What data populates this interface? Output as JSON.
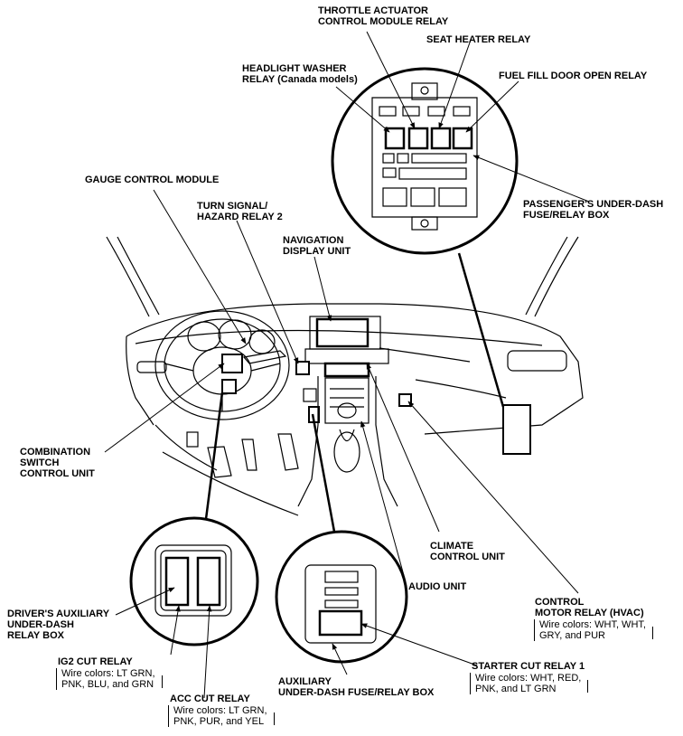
{
  "labels": {
    "throttle_relay": "THROTTLE ACTUATOR\nCONTROL MODULE RELAY",
    "seat_heater": "SEAT HEATER RELAY",
    "headlight_washer": "HEADLIGHT WASHER\nRELAY (Canada models)",
    "fuel_door": "FUEL FILL DOOR OPEN RELAY",
    "gauge_module": "GAUGE CONTROL MODULE",
    "turn_signal": "TURN SIGNAL/\nHAZARD RELAY 2",
    "navigation": "NAVIGATION\nDISPLAY UNIT",
    "passenger_box": "PASSENGER'S UNDER-DASH\nFUSE/RELAY BOX",
    "combination_switch": "COMBINATION\nSWITCH\nCONTROL UNIT",
    "climate": "CLIMATE\nCONTROL UNIT",
    "audio": "AUDIO UNIT",
    "control_motor": "CONTROL\nMOTOR RELAY (HVAC)",
    "drivers_aux": "DRIVER'S AUXILIARY\nUNDER-DASH\nRELAY BOX",
    "ig2": "IG2 CUT RELAY",
    "acc": "ACC CUT RELAY",
    "starter": "STARTER CUT RELAY 1",
    "aux_box": "AUXILIARY\nUNDER-DASH FUSE/RELAY BOX"
  },
  "notes": {
    "control_motor": "Wire colors: WHT, WHT,\nGRY, and PUR",
    "ig2": "Wire colors: LT GRN,\nPNK, BLU, and GRN",
    "acc": "Wire colors: LT GRN,\nPNK, PUR, and YEL",
    "starter": "Wire colors: WHT, RED,\nPNK, and LT GRN"
  }
}
